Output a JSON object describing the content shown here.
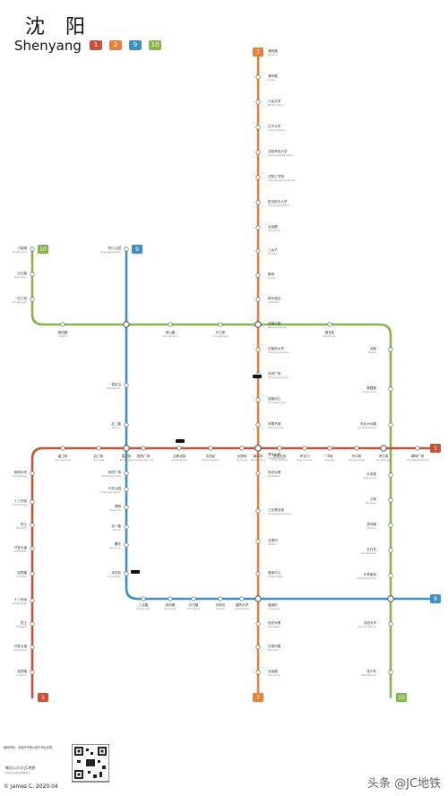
{
  "title": {
    "cn": "沈 阳",
    "en": "Shenyang"
  },
  "legend": [
    {
      "id": "1",
      "color": "#c7533a"
    },
    {
      "id": "2",
      "color": "#e8813e"
    },
    {
      "id": "9",
      "color": "#3f8fc0"
    },
    {
      "id": "10",
      "color": "#86b54c"
    }
  ],
  "lines": {
    "line1": {
      "id": "1",
      "color": "#c7533a"
    },
    "line2": {
      "id": "2",
      "color": "#e8813e"
    },
    "line9": {
      "id": "9",
      "color": "#3f8fc0"
    },
    "line10": {
      "id": "10",
      "color": "#86b54c"
    }
  },
  "stations": {
    "l2_top": [
      {
        "cn": "蒲田路",
        "en": "Putianlu"
      },
      {
        "cn": "蒲河路",
        "en": "Puhelu"
      },
      {
        "cn": "人民大学",
        "en": "Renmindaxue"
      },
      {
        "cn": "辽宁大学",
        "en": "Liaoningdaxue"
      },
      {
        "cn": "沈阳师范大学",
        "en": "Shenyangshifandaxue"
      },
      {
        "cn": "沈阳工学院",
        "en": "Shenyanggongxueyuan"
      },
      {
        "cn": "航空航天大学",
        "en": "Hangkonghangtian"
      },
      {
        "cn": "全运路",
        "en": "Quanyunlu"
      },
      {
        "cn": "三台子",
        "en": "Santaizi"
      },
      {
        "cn": "陵西",
        "en": "Lingxi"
      },
      {
        "cn": "新乐遗址",
        "en": "Xinleyizhi"
      },
      {
        "cn": "北陵公园",
        "en": "Beilinggongyuan"
      }
    ],
    "l2_mid": [
      {
        "cn": "中医药大学",
        "en": "Zhongyiyaodaxue"
      },
      {
        "cn": "市府广场",
        "en": "Shifuguangchang"
      },
      {
        "cn": "金融中心",
        "en": "Jinrongzhongxin"
      },
      {
        "cn": "市图书馆",
        "en": "Shitushuguan"
      },
      {
        "cn": "青年大街",
        "en": "Qingniandajie"
      }
    ],
    "l2_bot": [
      {
        "cn": "世纪大厦",
        "en": "Shijidasha"
      },
      {
        "cn": "工业展览馆",
        "en": "Gongyezhanlanguan"
      },
      {
        "cn": "五里河",
        "en": "Wulihe"
      },
      {
        "cn": "奥体中心",
        "en": "Aotizhongxin"
      },
      {
        "cn": "营盘街",
        "en": "Yingpanjie"
      },
      {
        "cn": "世纪大厦",
        "en": "Shijidasha"
      },
      {
        "cn": "白塔河路",
        "en": "Baitahelu"
      },
      {
        "cn": "全运路",
        "en": "Quanyunlu"
      }
    ],
    "l1_row": [
      {
        "cn": "十三号街",
        "en": "Shisanhaojie"
      },
      {
        "cn": "张士",
        "en": "Zhangshi"
      },
      {
        "cn": "开发大道",
        "en": "Kaifadadao"
      },
      {
        "cn": "迎宾路",
        "en": "Yingbinlu"
      },
      {
        "cn": "重工街",
        "en": "Zhonggongjie"
      },
      {
        "cn": "启工街",
        "en": "Qigongjie"
      },
      {
        "cn": "保工街",
        "en": "Baogongjie"
      },
      {
        "cn": "铁西广场",
        "en": "Tiexiguangchang"
      },
      {
        "cn": "云峰北街",
        "en": "Yunfengbeijie"
      },
      {
        "cn": "沈阳站",
        "en": "Shenyangzhan"
      },
      {
        "cn": "太原街",
        "en": "Taiyuanjie"
      },
      {
        "cn": "南市场",
        "en": "Nanshichang"
      },
      {
        "cn": "青年大街",
        "en": "Qingniandajie"
      },
      {
        "cn": "怀远门",
        "en": "Huaiyuanmen"
      },
      {
        "cn": "中街",
        "en": "Zhongjie"
      },
      {
        "cn": "东中街",
        "en": "Dongzhongjie"
      },
      {
        "cn": "滂江街",
        "en": "Pangjiangjie"
      },
      {
        "cn": "黎明广场",
        "en": "Limingguangchang"
      }
    ],
    "l1_left": [
      {
        "cn": "黎明大学",
        "en": "Limingdaxue"
      }
    ],
    "l10_col": [
      {
        "cn": "丁香湖",
        "en": "Dingxianghu"
      },
      {
        "cn": "沈辽路",
        "en": "Shenliaolu"
      },
      {
        "cn": "向工街",
        "en": "Xianggongjie"
      }
    ],
    "l10_row": [
      {
        "cn": "陵西路",
        "en": "Lingxilu"
      },
      {
        "cn": "崇山路",
        "en": "Chongshanlu"
      },
      {
        "cn": "长江街",
        "en": "Changjiangjie"
      },
      {
        "cn": "望花街",
        "en": "Wanghuajie"
      }
    ],
    "l10_right": [
      {
        "cn": "北陵",
        "en": "Beiling"
      },
      {
        "cn": "泉园路",
        "en": "Quanyuanlu"
      },
      {
        "cn": "东北大马路",
        "en": "Dongbeidamalu"
      },
      {
        "cn": "长安路",
        "en": "Chang'anlu"
      },
      {
        "cn": "万泉",
        "en": "Wanquan"
      },
      {
        "cn": "滨河路",
        "en": "Binhelu"
      },
      {
        "cn": "长白岛",
        "en": "Changbaidao"
      },
      {
        "cn": "长青南街",
        "en": "Changqingnanjie"
      },
      {
        "cn": "沈阳大学",
        "en": "Shenyangdaxue"
      },
      {
        "cn": "张沙布",
        "en": "Zhangshabu"
      }
    ],
    "l9_col": [
      {
        "cn": "怒江公园",
        "en": "Nujianggongyuan"
      },
      {
        "cn": "皇姑屯",
        "en": "Huanggutun"
      },
      {
        "cn": "北二路",
        "en": "Bei'erlu"
      },
      {
        "cn": "铁西广场",
        "en": "Tiexiguangchang"
      },
      {
        "cn": "兴华公园",
        "en": "Xinghuagongyuan"
      },
      {
        "cn": "滑翔",
        "en": "Huaxiang"
      },
      {
        "cn": "北一路",
        "en": "Beiyilu"
      },
      {
        "cn": "曙光",
        "en": "Shuguang"
      },
      {
        "cn": "浑河站",
        "en": "Hunhezhan"
      }
    ],
    "l9_row": [
      {
        "cn": "工农路",
        "en": "Gongnonglu"
      },
      {
        "cn": "劳动路",
        "en": "Laodonglu"
      },
      {
        "cn": "长白路",
        "en": "Changbailu"
      },
      {
        "cn": "苏家屯",
        "en": "Sujiatun"
      },
      {
        "cn": "建筑大学",
        "en": "Jianzhudaxue"
      }
    ]
  },
  "footer": {
    "text": "版权所有。未经许可禁止用于商业目的。",
    "wechat": "微信公众号:JC地铁",
    "sub": "(Shenyang Metro)",
    "copyright": "© James C. 2020.04"
  },
  "watermark": "头条 @JC地铁"
}
